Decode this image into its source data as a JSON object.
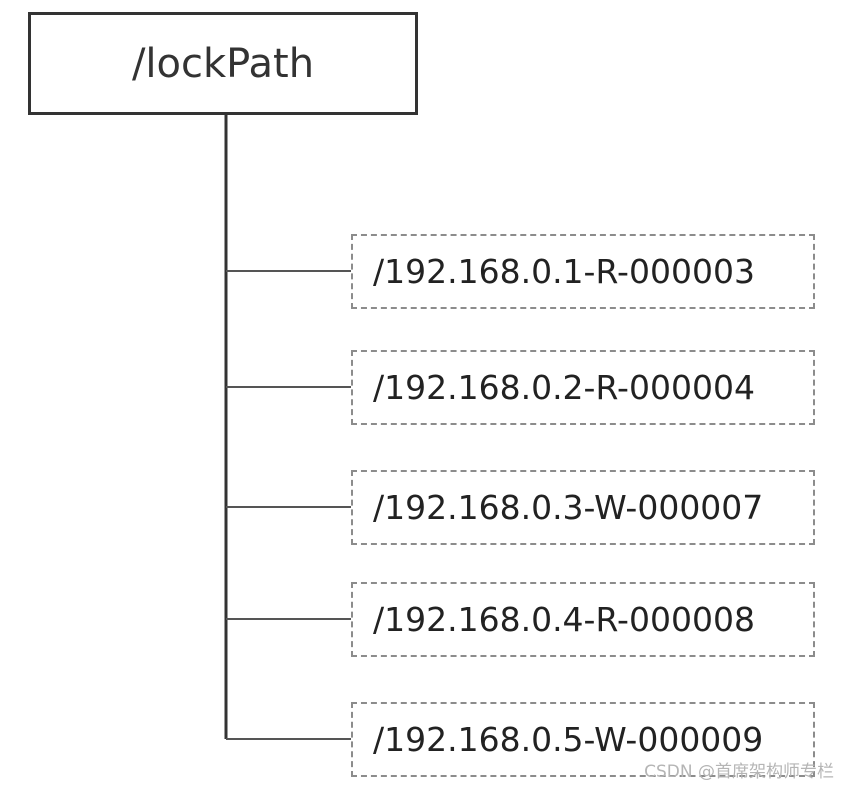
{
  "root": {
    "label": "/lockPath"
  },
  "children": [
    {
      "label": "/192.168.0.1-R-000003"
    },
    {
      "label": "/192.168.0.2-R-000004"
    },
    {
      "label": "/192.168.0.3-W-000007"
    },
    {
      "label": "/192.168.0.4-R-000008"
    },
    {
      "label": "/192.168.0.5-W-000009"
    }
  ],
  "watermark": {
    "text": "CSDN @首席架构师专栏"
  },
  "colors": {
    "root_border": "#333333",
    "child_border": "#8c8c8c",
    "connector": "#333333",
    "branch": "#555555"
  }
}
